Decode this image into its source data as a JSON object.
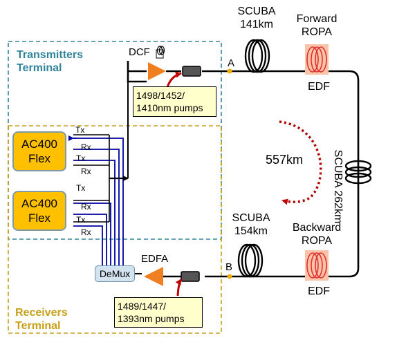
{
  "terminals": {
    "transmitters": {
      "line1": "Transmitters",
      "line2": "Terminal"
    },
    "receivers": {
      "line1": "Receivers",
      "line2": "Terminal"
    }
  },
  "transceivers": [
    {
      "line1": "AC400",
      "line2": "Flex"
    },
    {
      "line1": "AC400",
      "line2": "Flex"
    }
  ],
  "port_labels": {
    "tx": "Tx",
    "rx": "Rx"
  },
  "components": {
    "dcf": "DCF",
    "edfa": "EDFA",
    "demux": "DeMux",
    "edf_forward": "EDF",
    "edf_backward": "EDF"
  },
  "pumps": {
    "forward": {
      "line1": "1498/1452/",
      "line2": "1410nm pumps"
    },
    "backward": {
      "line1": "1489/1447/",
      "line2": "1393nm pumps"
    }
  },
  "spans": {
    "scuba_141": {
      "line1": "SCUBA",
      "line2": "141km"
    },
    "scuba_154": {
      "line1": "SCUBA",
      "line2": "154km"
    },
    "scuba_262": "SCUBA 262km"
  },
  "ropa": {
    "forward": {
      "line1": "Forward",
      "line2": "ROPA"
    },
    "backward": {
      "line1": "Backward",
      "line2": "ROPA"
    }
  },
  "points": {
    "a": "A",
    "b": "B"
  },
  "loop_length": "557km",
  "colors": {
    "transmitters_border": "#31859b",
    "receivers_border": "#c8a018",
    "amplifier": "#f07f22",
    "pump_arrow": "#c00000",
    "ropa_fill": "#fbc4a8",
    "edf_coil": "#e03030",
    "transceiver_fill": "#ffc000",
    "wiring": "#0000a0"
  }
}
